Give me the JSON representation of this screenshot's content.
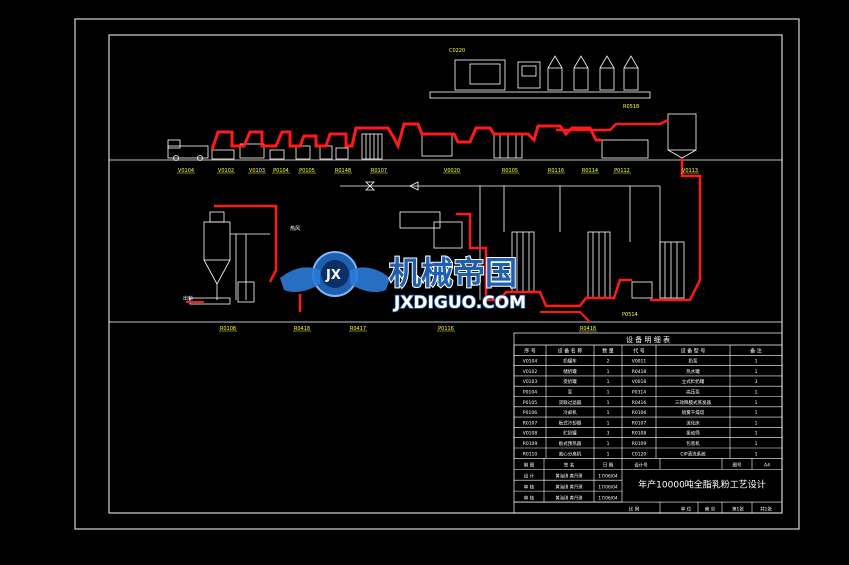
{
  "colors": {
    "background": "#000000",
    "frame": "#ffffff",
    "pipe": "#ff1a1a",
    "tag": "#ffff33",
    "equipment": "#ffffff",
    "watermark_blue": "#2a7bd8",
    "watermark_red": "#ff2a2a"
  },
  "top_tags": [
    "V0104",
    "V0102",
    "V0103",
    "P0104",
    "P0105",
    "R0148",
    "R0107",
    "V0020",
    "R0105",
    "R0116",
    "R0114",
    "P0112",
    "V0113"
  ],
  "bottom_tags": [
    "R0108",
    "R0418",
    "R0417",
    "P0116",
    "R0418"
  ],
  "side_labels": {
    "top_group": "C0220",
    "right_tag": "R0518",
    "air": "热风",
    "outlet": "出料",
    "red_small": "P0514"
  },
  "watermark": {
    "badge": "JX",
    "chinese": "机械帝国",
    "latin": "JXDIGUO.COM"
  },
  "schedule": {
    "title": "设 备 明 细 表",
    "headers": [
      "序 号",
      "设 备 名 称",
      "数 量",
      "代 号",
      "设 备 型 号",
      "备 注"
    ],
    "rows": [
      [
        "V0104",
        "奶罐车",
        "2",
        "V0011",
        "奶泵",
        "1"
      ],
      [
        "V0102",
        "储奶罐",
        "1",
        "R0418",
        "热水罐",
        "1"
      ],
      [
        "V0103",
        "受奶罐",
        "1",
        "V0018",
        "立式贮奶罐",
        "3"
      ],
      [
        "P0104",
        "泵",
        "1",
        "P0314",
        "高压泵",
        "1"
      ],
      [
        "P0105",
        "双联过滤器",
        "1",
        "R0416",
        "三效降膜式蒸发器",
        "1"
      ],
      [
        "P0106",
        "冷却机",
        "1",
        "R0106",
        "喷雾干燥塔",
        "1"
      ],
      [
        "R0107",
        "板式冷却器",
        "1",
        "R0107",
        "流化床",
        "1"
      ],
      [
        "V0108",
        "贮奶罐",
        "3",
        "R0108",
        "振动筛",
        "1"
      ],
      [
        "R0109",
        "板式预热器",
        "1",
        "R0109",
        "包装机",
        "1"
      ],
      [
        "R0110",
        "离心分离机",
        "1",
        "C0120",
        "CIP清洗系统",
        "1"
      ]
    ],
    "signature_labels": [
      "制 图",
      "设 计",
      "审 核",
      "审 核"
    ],
    "column_labels": [
      "签 名",
      "日 期",
      "设计号",
      "图号",
      "A4"
    ],
    "names": [
      "黄海琪 黄丹琪",
      "黄海琪 黄丹琪",
      "黄海琪 黄丹琪"
    ],
    "dates": [
      "17/06/04",
      "17/06/04",
      "17/06/04"
    ],
    "drawing_title": "年产10000吨全脂乳粉工艺设计",
    "footer": [
      "比 例",
      "单 位",
      "南 京",
      "第1张",
      "共1张"
    ]
  }
}
